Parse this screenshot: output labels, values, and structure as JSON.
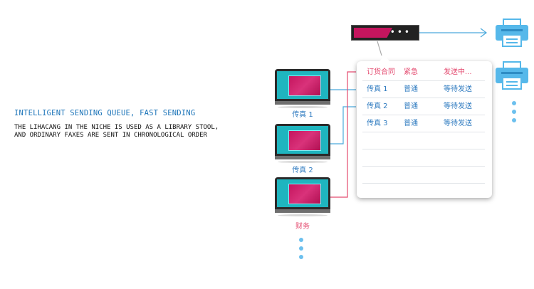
{
  "intro": {
    "headline": "INTELLIGENT SENDING QUEUE, FAST SENDING",
    "description_line1": "THE LIHACANG IN THE NICHE IS USED AS A LIBRARY STOOL,",
    "description_line2": "AND ORDINARY FAXES ARE SENT IN CHRONOLOGICAL ORDER"
  },
  "computers": [
    {
      "label": "传真 1"
    },
    {
      "label": "传真 2"
    },
    {
      "label": "财务"
    }
  ],
  "queue": {
    "header": [
      "订货合同",
      "紧急",
      "发送中..."
    ],
    "rows": [
      [
        "传真 1",
        "普通",
        "等待发送"
      ],
      [
        "传真 2",
        "普通",
        "等待发送"
      ],
      [
        "传真 3",
        "普通",
        "等待发送"
      ]
    ]
  },
  "colors": {
    "accent_red": "#e44a6f",
    "accent_blue": "#2f7bc0",
    "document_magenta": "#c5155e",
    "screen_teal": "#1fb5bf",
    "printer_blue": "#56b8ea"
  },
  "icons": {
    "device": "monitor-icon",
    "output": "fax-printer-icon",
    "more": "more-dots-icon"
  }
}
